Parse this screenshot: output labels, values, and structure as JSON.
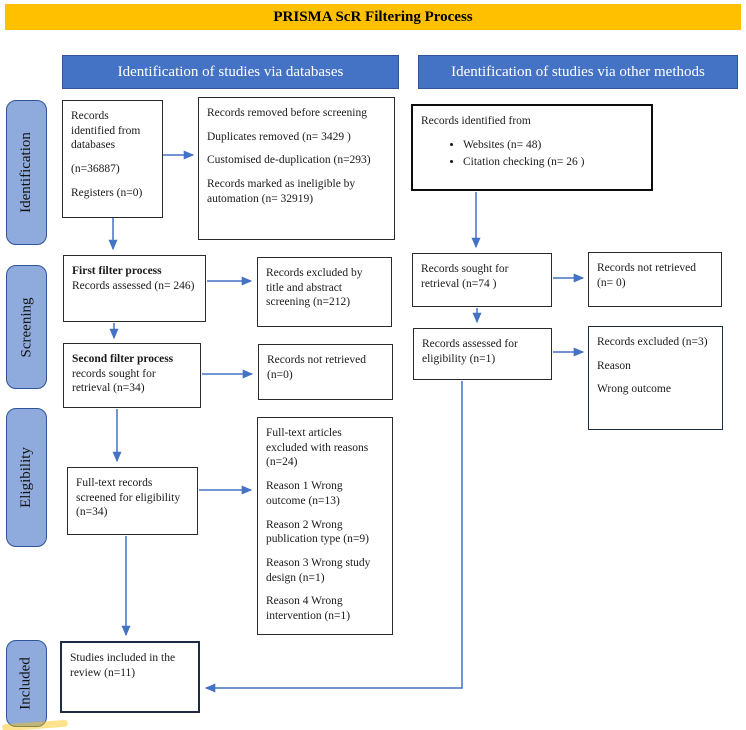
{
  "title": "PRISMA ScR Filtering Process",
  "colors": {
    "banner": "#FFC000",
    "header_fill": "#4472C4",
    "header_border": "#2F5597",
    "sidebar_fill": "#8FAADC",
    "sidebar_border": "#2F5597",
    "arrow": "#4472C4",
    "box_border": "#2b2b2b"
  },
  "headers": {
    "left": "Identification of studies via databases",
    "right": "Identification of studies via other methods"
  },
  "sidebar": [
    "Identification",
    "Screening",
    "Eligibility",
    "Included"
  ],
  "boxes": {
    "db_identified": {
      "lines": [
        "Records identified from databases",
        "(n=36887)",
        "Registers (n=0)"
      ]
    },
    "removed_before_screening": {
      "lines": [
        "Records removed before screening",
        "Duplicates removed (n= 3429 )",
        "Customised de-duplication (n=293)",
        "Records marked as ineligible by automation (n= 32919)"
      ]
    },
    "first_filter": {
      "title": "First filter process",
      "body": "Records assessed (n= 246)"
    },
    "excluded_title_abstract": {
      "lines": [
        "Records excluded by title and abstract screening (n=212)"
      ]
    },
    "second_filter": {
      "title": "Second filter process",
      "body": "records sought for retrieval (n=34)"
    },
    "not_retrieved_db": {
      "lines": [
        "Records not retrieved (n=0)"
      ]
    },
    "fulltext_screened": {
      "lines": [
        "Full-text records screened for eligibility (n=34)"
      ]
    },
    "fulltext_excluded": {
      "lines": [
        "Full-text articles excluded  with reasons (n=24)",
        "Reason 1 Wrong outcome (n=13)",
        "Reason 2 Wrong publication type (n=9)",
        "Reason 3 Wrong study design (n=1)",
        "Reason 4 Wrong intervention (n=1)"
      ]
    },
    "included_studies": {
      "lines": [
        "Studies included in the review (n=11)"
      ]
    },
    "other_identified": {
      "intro": "Records identified from",
      "bullets": [
        "Websites (n= 48)",
        "Citation checking (n= 26 )"
      ]
    },
    "sought_retrieval_other": {
      "lines": [
        "Records sought for retrieval (n=74 )"
      ]
    },
    "not_retrieved_other": {
      "lines": [
        "Records not retrieved (n= 0)"
      ]
    },
    "assessed_eligibility_other": {
      "lines": [
        "Records assessed for eligibility (n=1)"
      ]
    },
    "excluded_other": {
      "lines": [
        "Records excluded (n=3)",
        "Reason",
        "Wrong outcome"
      ]
    }
  }
}
